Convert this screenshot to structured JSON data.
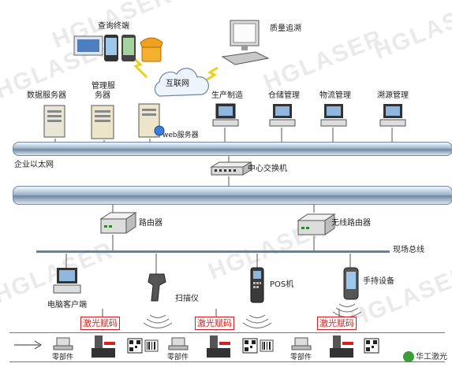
{
  "watermark": "HGLASER",
  "top": {
    "query_terminal": "查询终端",
    "internet": "互联网",
    "quality_trace": "质量追溯",
    "data_server": "数据服务器",
    "mgmt_server_l1": "管理服",
    "mgmt_server_l2": "务器",
    "web_server": "web服务器",
    "production": "生产制造",
    "warehouse": "仓储管理",
    "logistics": "物流管理",
    "trace_mgmt": "溯源管理"
  },
  "middle": {
    "ethernet": "企业以太网",
    "core_switch": "中心交换机",
    "router": "路由器",
    "wireless_router": "无线路由器",
    "field_bus": "现场总线"
  },
  "devices": {
    "pc_client": "电脑客户端",
    "scanner": "扫描仪",
    "pos": "POS机",
    "handheld": "手持设备"
  },
  "line": {
    "laser_label": "激光赋码",
    "part_label": "零部件"
  },
  "brand": {
    "name": "华工激光"
  },
  "colors": {
    "accent_red": "#d62020",
    "bus_blue": "#6f88a3"
  }
}
